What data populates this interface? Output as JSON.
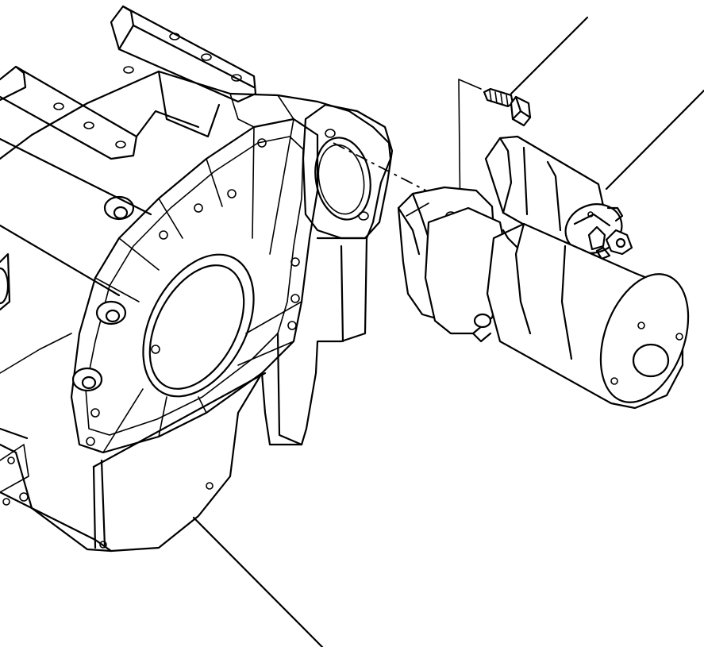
{
  "diagram": {
    "parts": [
      {
        "id": "flywheel-housing",
        "icon": "flywheel-housing-drawing"
      },
      {
        "id": "starter-motor",
        "icon": "starter-motor-drawing"
      },
      {
        "id": "mounting-bolt",
        "icon": "bolt-drawing"
      }
    ],
    "leader_lines": 3,
    "assembly_guides": 2,
    "line_color": "#000000",
    "background_color": "#ffffff"
  }
}
